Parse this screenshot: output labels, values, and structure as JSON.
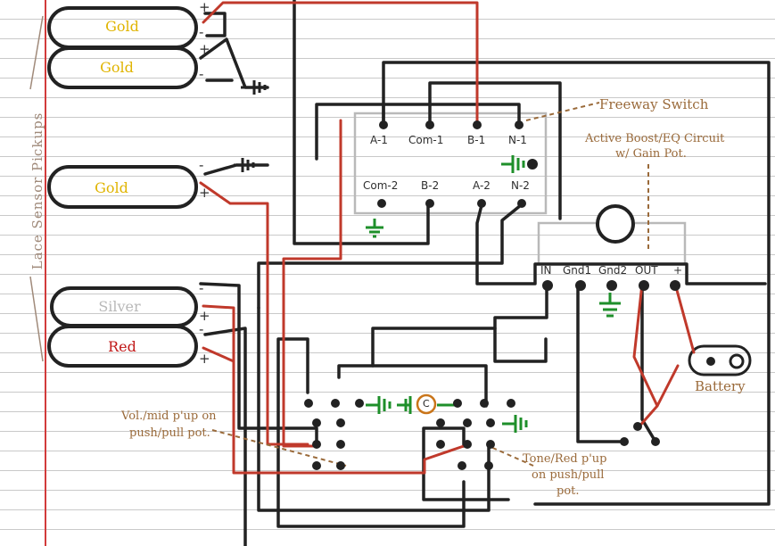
{
  "side_label": "Lace   Sensor   Pickups",
  "colors": {
    "wire_black": "#222222",
    "wire_red": "#c0392b",
    "ground_green": "#1e8f2a",
    "note_brown": "#9a6a3a",
    "gold_text": "#e0b400",
    "silver_text": "#b8b8b8",
    "red_text": "#c01818",
    "box_gray": "#b9b9b9"
  },
  "pickups": [
    {
      "label": "Gold"
    },
    {
      "label": "Gold"
    },
    {
      "label": "Gold"
    },
    {
      "label": "Silver"
    },
    {
      "label": "Red"
    }
  ],
  "polarity": {
    "plus": "+",
    "minus": "-"
  },
  "freeway_switch": {
    "title": "Freeway Switch",
    "top_terminals": [
      "A-1",
      "Com-1",
      "B-1",
      "N-1"
    ],
    "bottom_terminals": [
      "Com-2",
      "B-2",
      "A-2",
      "N-2"
    ]
  },
  "eq_circuit": {
    "title_line1": "Active Boost/EQ Circuit",
    "title_line2": "w/ Gain Pot.",
    "terminals": [
      "IN",
      "Gnd1",
      "Gnd2",
      "OUT",
      "+"
    ]
  },
  "battery": {
    "label": "Battery"
  },
  "capacitor": {
    "label": "C"
  },
  "notes": {
    "vol_line1": "Vol./mid p'up on",
    "vol_line2": "push/pull pot.",
    "tone_line1": "Tone/Red p'up",
    "tone_line2": "on push/pull",
    "tone_line3": "pot."
  },
  "icons": [
    "ground-icon",
    "capacitor-icon",
    "battery-icon",
    "pickup-coil-icon"
  ]
}
